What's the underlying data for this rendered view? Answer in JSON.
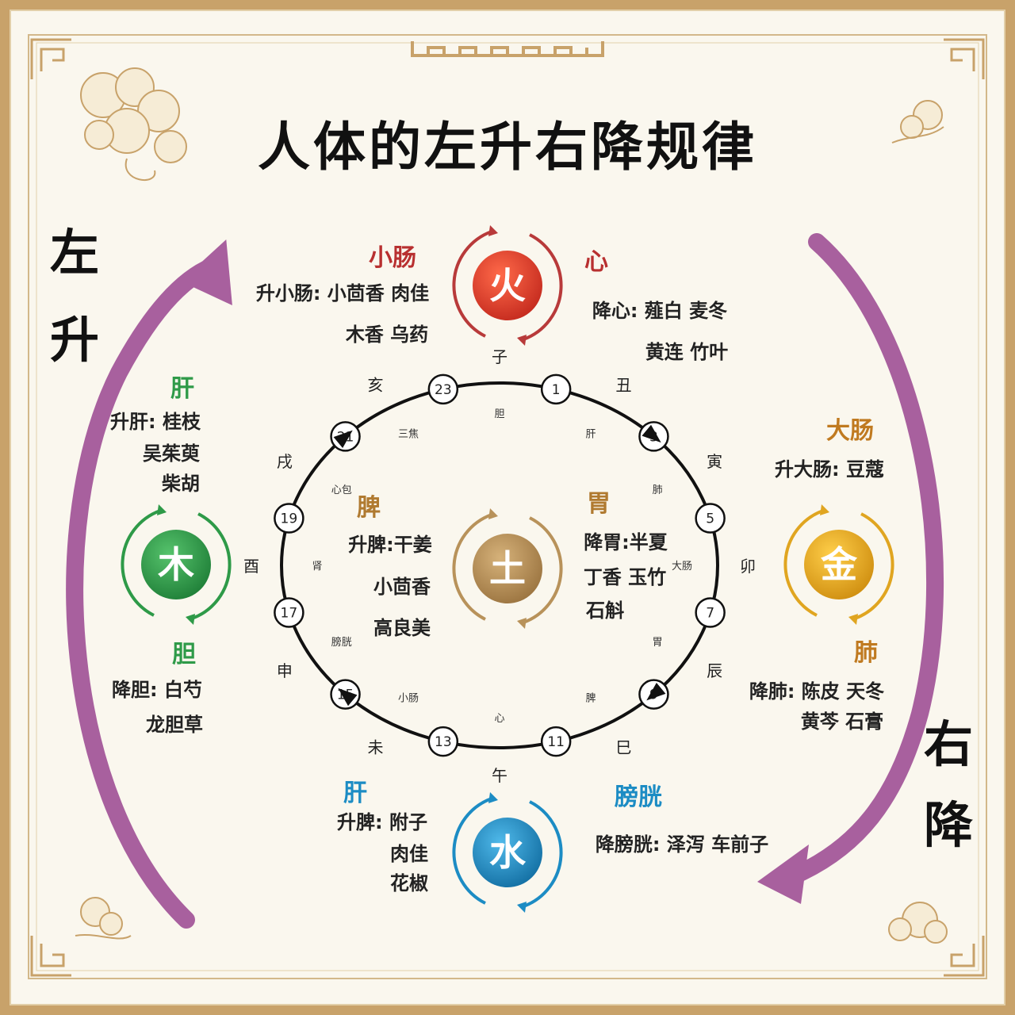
{
  "title": "人体的左升右降规律",
  "sides": {
    "left": [
      "左",
      "升"
    ],
    "right": [
      "右",
      "降"
    ]
  },
  "elements": {
    "fire": {
      "char": "火",
      "color": "#d6382b",
      "ring": "#b83a3a"
    },
    "wood": {
      "char": "木",
      "color": "#2e9a48",
      "ring": "#2e9a48"
    },
    "earth": {
      "char": "土",
      "color": "#b8925a",
      "ring": "#b8925a"
    },
    "metal": {
      "char": "金",
      "color": "#e0a520",
      "ring": "#e0a520"
    },
    "water": {
      "char": "水",
      "color": "#1c8cc4",
      "ring": "#1c8cc4"
    }
  },
  "organs": {
    "small_intestine": {
      "name": "小肠",
      "lines": [
        "升小肠: 小茴香 肉佳",
        "木香 乌药"
      ]
    },
    "heart": {
      "name": "心",
      "lines": [
        "降心: 薤白 麦冬",
        "黄连 竹叶"
      ]
    },
    "liver": {
      "name": "肝",
      "lines": [
        "升肝: 桂枝",
        "吴茱萸",
        "柴胡"
      ]
    },
    "gallbladder": {
      "name": "胆",
      "lines": [
        "降胆: 白芍",
        "龙胆草"
      ]
    },
    "spleen": {
      "name": "脾",
      "lines": [
        "升脾:干姜",
        "小茴香",
        "高良美"
      ]
    },
    "stomach": {
      "name": "胃",
      "lines": [
        "降胃:半夏",
        "丁香 玉竹",
        "石斛"
      ]
    },
    "large_intestine": {
      "name": "大肠",
      "lines": [
        "升大肠: 豆蔻"
      ]
    },
    "lung": {
      "name": "肺",
      "lines": [
        "降肺: 陈皮  天冬",
        "黄芩  石膏"
      ]
    },
    "kidney": {
      "name": "肝",
      "lines": [
        "升脾: 附子",
        "肉佳",
        "花椒"
      ]
    },
    "bladder": {
      "name": "膀胱",
      "lines": [
        "降膀胱: 泽泻 车前子"
      ]
    }
  },
  "clock": {
    "hours": [
      "23",
      "1",
      "3",
      "5",
      "7",
      "9",
      "11",
      "13",
      "15",
      "17",
      "19",
      "21"
    ],
    "branches": [
      "子",
      "丑",
      "寅",
      "卯",
      "辰",
      "巳",
      "午",
      "未",
      "申",
      "酉",
      "戌",
      "亥"
    ],
    "meridians": [
      "胆",
      "肝",
      "肺",
      "大肠",
      "胃",
      "脾",
      "心",
      "小肠",
      "膀胱",
      "肾",
      "心包",
      "三焦"
    ]
  },
  "colors": {
    "arrow": "#a8609e",
    "frame": "#c8a26a",
    "background": "#faf7ee",
    "fire_label": "#b83030",
    "wood_label": "#2e9a48",
    "earth_label": "#b07a30",
    "metal_label": "#c07a20",
    "water_label": "#1c8cc4"
  }
}
